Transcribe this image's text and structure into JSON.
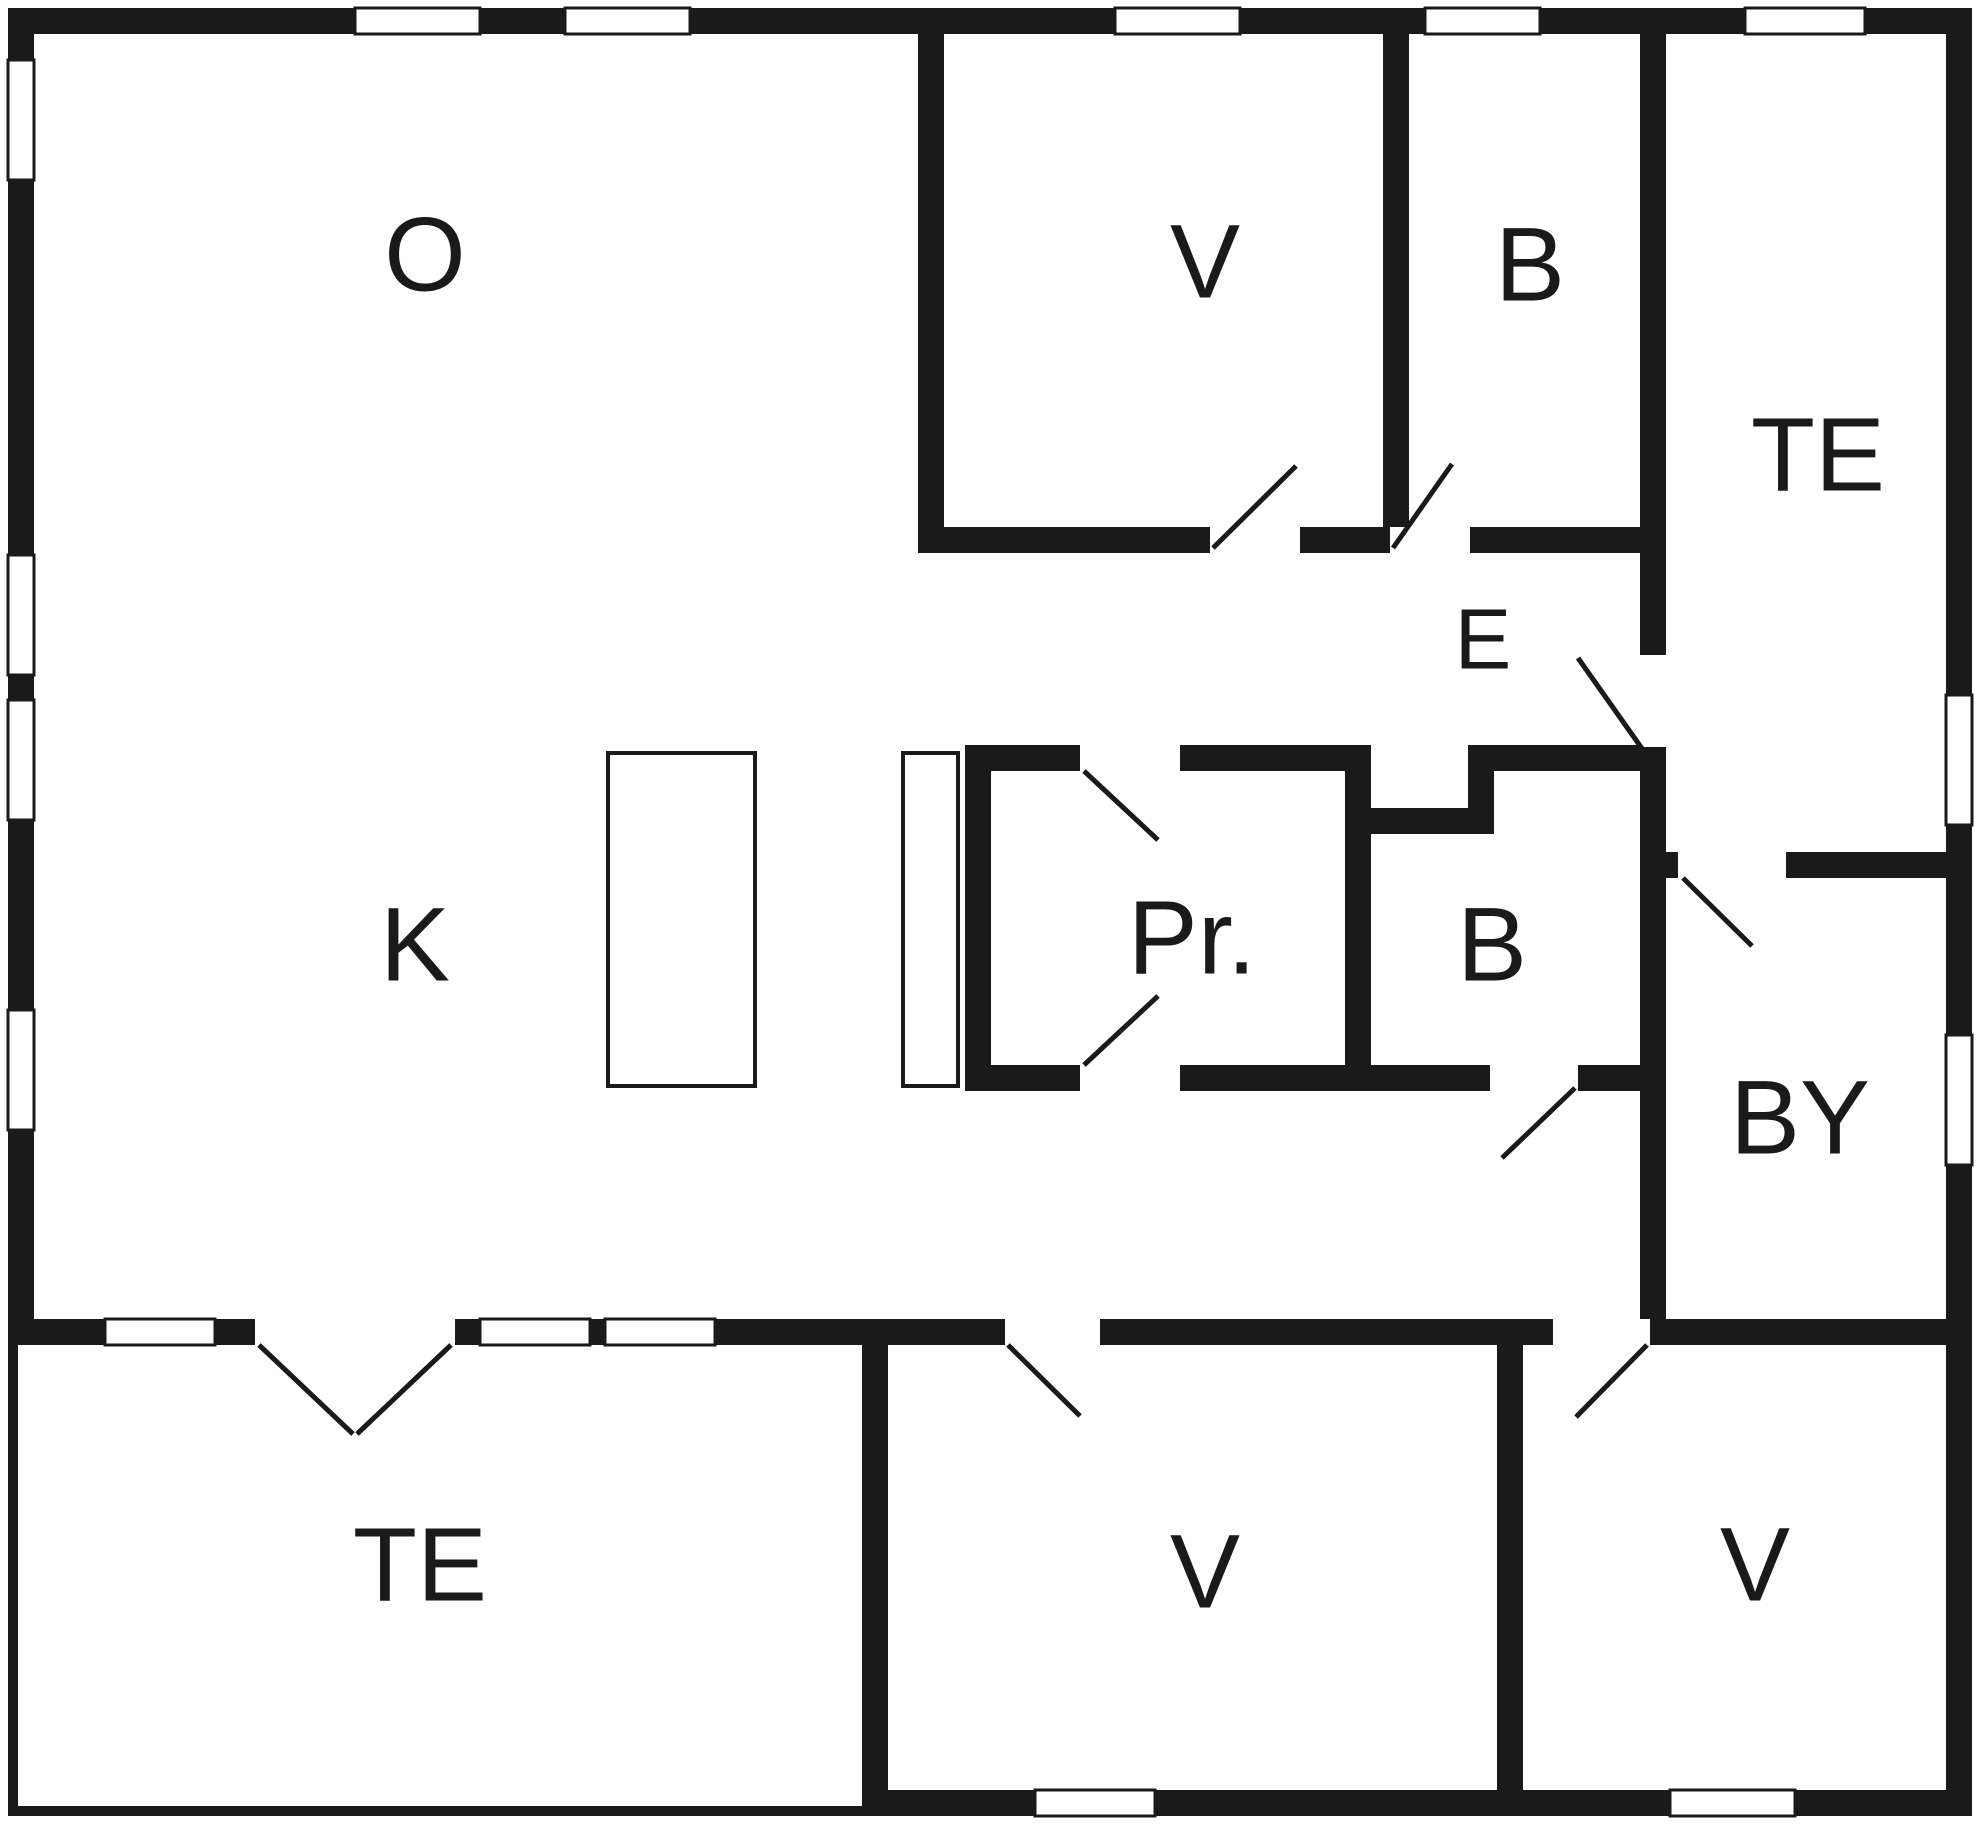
{
  "figure": {
    "type": "floor-plan"
  },
  "colors": {
    "wall": "#1a1a1a",
    "background": "#ffffff"
  },
  "rooms": [
    {
      "id": "room-o",
      "label": "O"
    },
    {
      "id": "room-v-top",
      "label": "V"
    },
    {
      "id": "room-b-top",
      "label": "B"
    },
    {
      "id": "room-te-right",
      "label": "TE"
    },
    {
      "id": "room-e",
      "label": "E"
    },
    {
      "id": "room-k",
      "label": "K"
    },
    {
      "id": "room-pr",
      "label": "Pr."
    },
    {
      "id": "room-b-mid",
      "label": "B"
    },
    {
      "id": "room-by",
      "label": "BY"
    },
    {
      "id": "room-te-bottom",
      "label": "TE"
    },
    {
      "id": "room-v-bottom-mid",
      "label": "V"
    },
    {
      "id": "room-v-bottom-right",
      "label": "V"
    }
  ]
}
